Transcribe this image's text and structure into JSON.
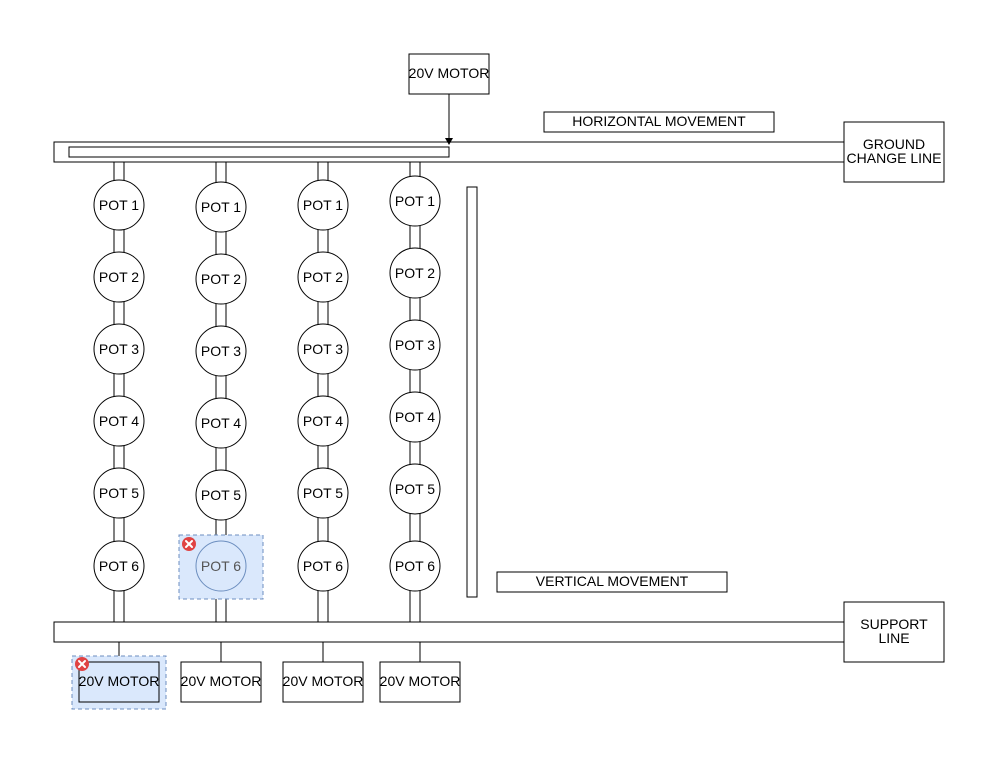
{
  "top_motor": {
    "label": "20V MOTOR"
  },
  "horizontal_movement": {
    "label": "HORIZONTAL MOVEMENT"
  },
  "vertical_movement": {
    "label": "VERTICAL MOVEMENT"
  },
  "ground_change_line": {
    "label_line1": "GROUND",
    "label_line2": "CHANGE LINE"
  },
  "support_line": {
    "label_line1": "SUPPORT",
    "label_line2": "LINE"
  },
  "columns": [
    {
      "pots": [
        "POT 1",
        "POT 2",
        "POT 3",
        "POT 4",
        "POT 5",
        "POT 6"
      ],
      "motor": "20V MOTOR"
    },
    {
      "pots": [
        "POT 1",
        "POT 2",
        "POT 3",
        "POT 4",
        "POT 5",
        "POT 6"
      ],
      "motor": "20V MOTOR"
    },
    {
      "pots": [
        "POT 1",
        "POT 2",
        "POT 3",
        "POT 4",
        "POT 5",
        "POT 6"
      ],
      "motor": "20V MOTOR"
    },
    {
      "pots": [
        "POT 1",
        "POT 2",
        "POT 3",
        "POT 4",
        "POT 5",
        "POT 6"
      ],
      "motor": "20V MOTOR"
    }
  ],
  "selection": {
    "selected_items": [
      "column 2 POT 6",
      "column 1 20V MOTOR"
    ],
    "fill_color": "#dae8fc",
    "delete_icon": "delete-x-icon",
    "delete_icon_color": "#e04343"
  }
}
